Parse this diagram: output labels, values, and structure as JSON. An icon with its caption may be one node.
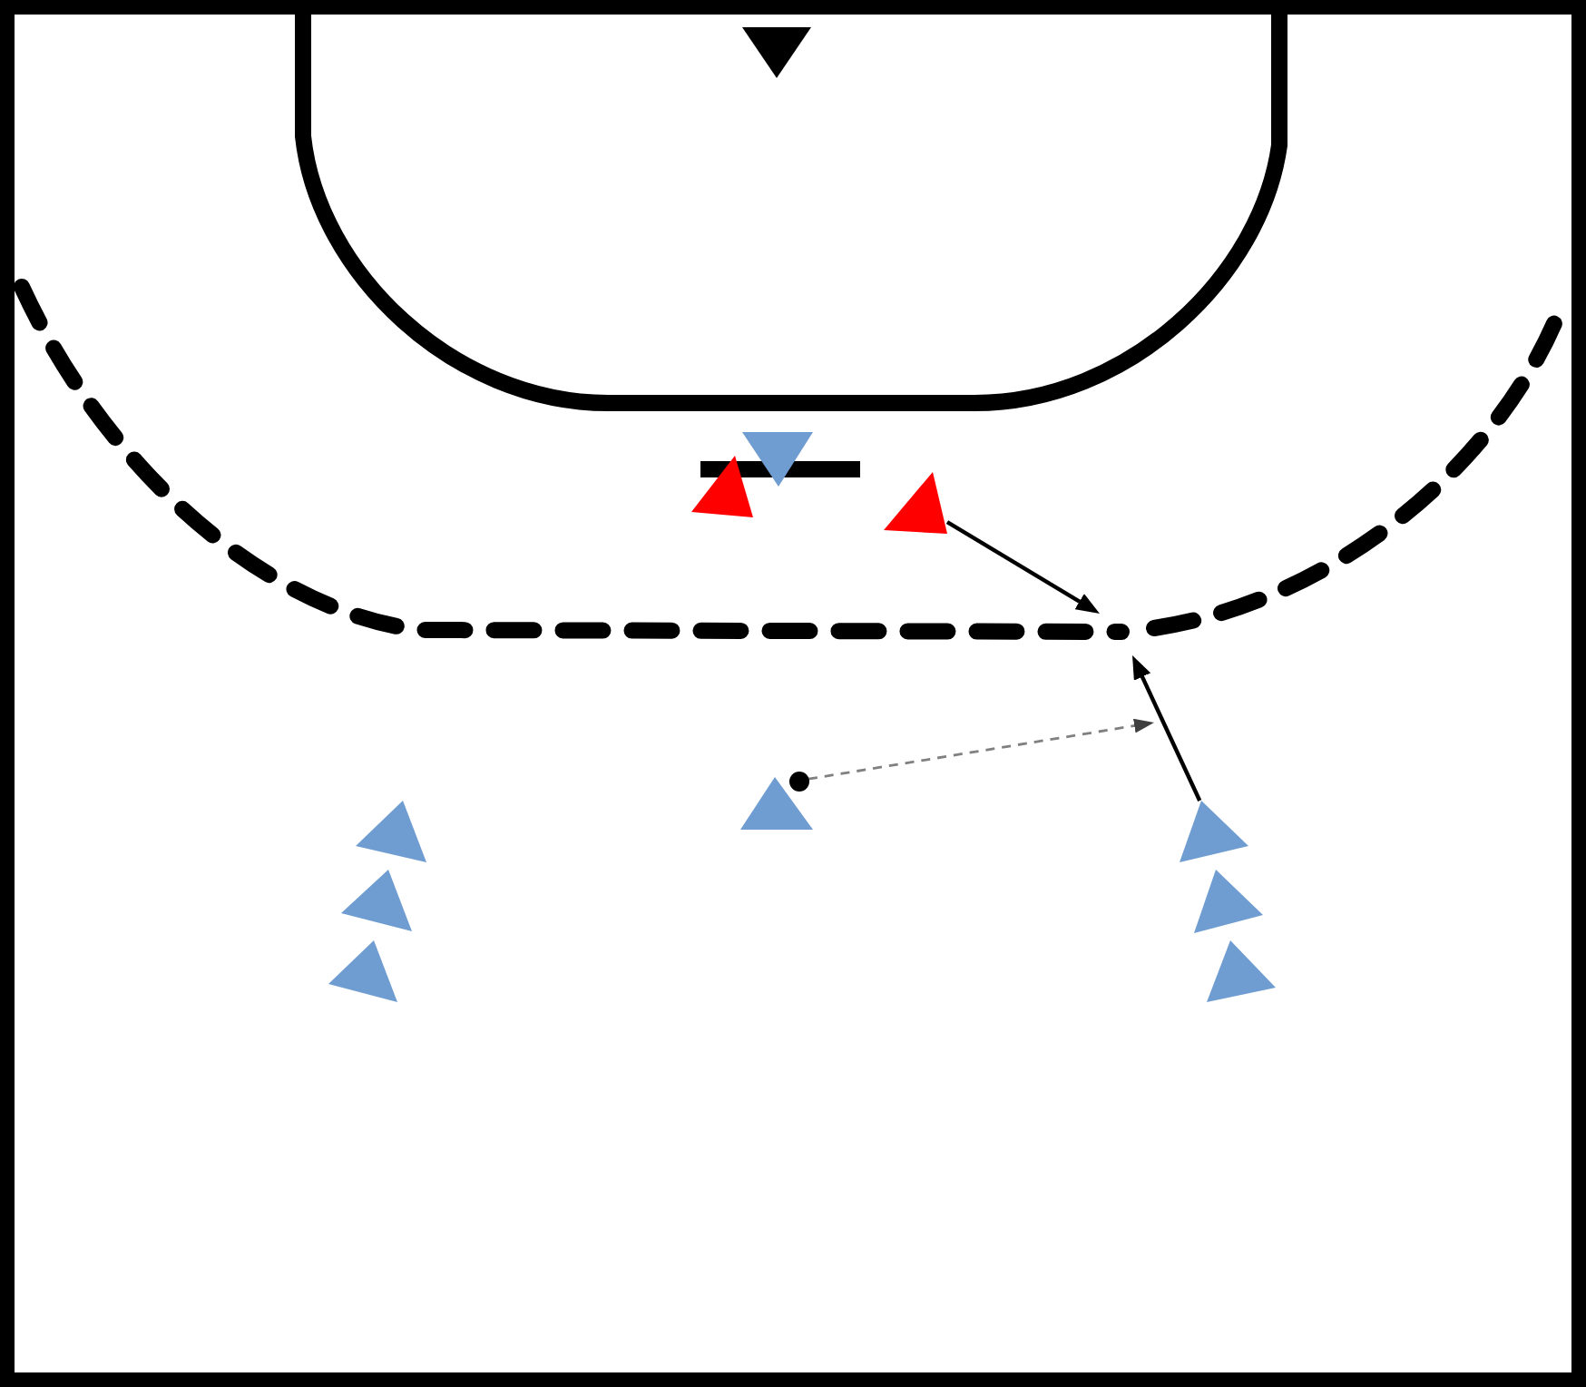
{
  "diagram": {
    "nodes": [
      {
        "text": [],
        "shape": "triangle"
      },
      {
        "text": [],
        "shape": "triangle"
      },
      {
        "text": [],
        "shape": "triangle"
      },
      {
        "text": [],
        "shape": "triangle"
      },
      {
        "text": [],
        "shape": "circle"
      },
      {
        "text": [],
        "shape": "triangle"
      },
      {
        "text": [],
        "shape": "triangle"
      },
      {
        "text": [],
        "shape": "triangle"
      },
      {
        "text": [],
        "shape": "triangle"
      },
      {
        "text": [],
        "shape": "triangle"
      },
      {
        "text": [],
        "shape": "triangle"
      },
      {
        "text": [],
        "shape": "triangle"
      }
    ],
    "edges": [
      {
        "from": 3,
        "to": null,
        "arrow": "to"
      },
      {
        "from": 7,
        "to": null,
        "arrow": "to"
      },
      {
        "from": 4,
        "to": null,
        "arrow": "to",
        "style": "dashed",
        "color": "#808080"
      }
    ]
  }
}
